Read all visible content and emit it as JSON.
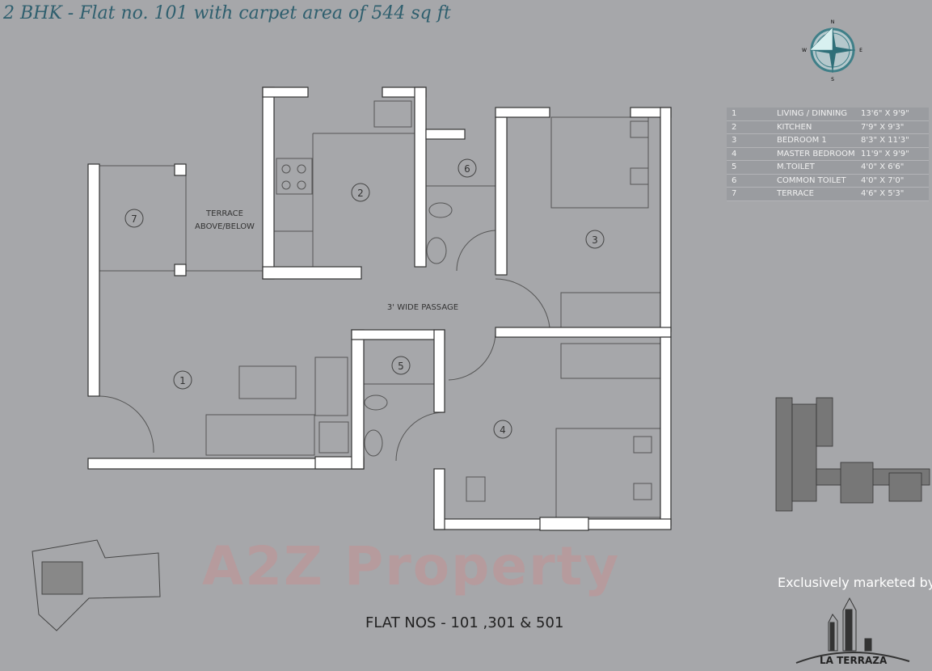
{
  "title": "2 BHK - Flat no. 101 with carpet area of 544 sq ft",
  "watermark": "A2Z Property",
  "compass": {
    "n": "N",
    "e": "E",
    "s": "S",
    "w": "W"
  },
  "legend": [
    {
      "no": "1",
      "room": "LIVING / DINNING",
      "size": "13'6\" X 9'9\""
    },
    {
      "no": "2",
      "room": "KITCHEN",
      "size": "7'9\" X 9'3\""
    },
    {
      "no": "3",
      "room": "BEDROOM 1",
      "size": "8'3\" X 11'3\""
    },
    {
      "no": "4",
      "room": "MASTER BEDROOM",
      "size": "11'9\" X 9'9\""
    },
    {
      "no": "5",
      "room": "M.TOILET",
      "size": "4'0\" X 6'6\""
    },
    {
      "no": "6",
      "room": "COMMON TOILET",
      "size": "4'0\" X 7'0\""
    },
    {
      "no": "7",
      "room": "TERRACE",
      "size": "4'6\" X 5'3\""
    }
  ],
  "plan": {
    "terrace_note_1": "TERRACE",
    "terrace_note_2": "ABOVE/BELOW",
    "passage": "3' WIDE PASSAGE",
    "room_numbers": [
      "1",
      "2",
      "3",
      "4",
      "5",
      "6",
      "7"
    ]
  },
  "flat_nos": "FLAT NOS - 101 ,301 & 501",
  "marketed_by": "Exclusively marketed by",
  "logo_text": "LA TERRAZA",
  "colors": {
    "background": "#a6a7aa",
    "title": "#2f5f6e",
    "wall": "#ffffff",
    "compass": "#3f7f88"
  }
}
